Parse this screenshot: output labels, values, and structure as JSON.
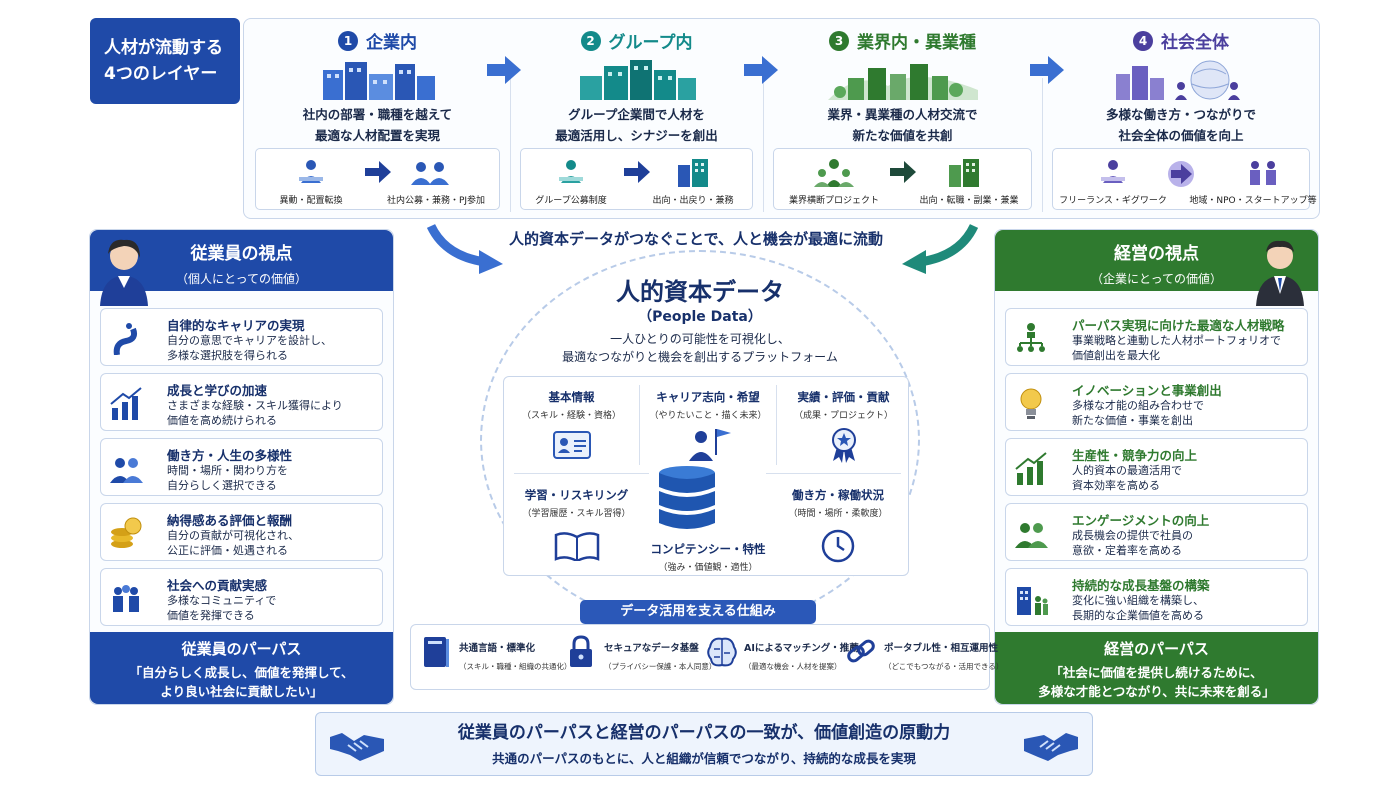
{
  "layers": {
    "title_lines": [
      "人材が流動する",
      "4つのレイヤー"
    ],
    "items": [
      {
        "num": "1",
        "name": "企業内",
        "desc": [
          "社内の部署・職種を越えて",
          "最適な人材配置を実現"
        ],
        "left_label": "異動・配置転換",
        "right_label": "社内公募・兼務・PJ参加",
        "color": "#1f4aa8"
      },
      {
        "num": "2",
        "name": "グループ内",
        "desc": [
          "グループ企業間で人材を",
          "最適活用し、シナジーを創出"
        ],
        "left_label": "グループ公募制度",
        "right_label": "出向・出戻り・兼務",
        "color": "#138a8a"
      },
      {
        "num": "3",
        "name": "業界内・異業種",
        "desc": [
          "業界・異業種の人材交流で",
          "新たな価値を共創"
        ],
        "left_label": "業界横断プロジェクト",
        "right_label": "出向・転職・副業・兼業",
        "color": "#2f7a2f"
      },
      {
        "num": "4",
        "name": "社会全体",
        "desc": [
          "多様な働き方・つながりで",
          "社会全体の価値を向上"
        ],
        "left_label": "フリーランス・ギグワーク",
        "right_label": "地域・NPO・スタートアップ等",
        "color": "#4b3f9e"
      }
    ]
  },
  "flow_text": "人的資本データがつなぐことで、人と機会が最適に流動",
  "employee": {
    "title": "従業員の視点",
    "subtitle": "（個人にとっての価値）",
    "cards": [
      {
        "title": "自律的なキャリアの実現",
        "desc": [
          "自分の意思でキャリアを設計し、",
          "多様な選択肢を得られる"
        ],
        "icon": "career-path-icon"
      },
      {
        "title": "成長と学びの加速",
        "desc": [
          "さまざまな経験・スキル獲得により",
          "価値を高め続けられる"
        ],
        "icon": "growth-chart-icon"
      },
      {
        "title": "働き方・人生の多様性",
        "desc": [
          "時間・場所・関わり方を",
          "自分らしく選択できる"
        ],
        "icon": "people-icon"
      },
      {
        "title": "納得感ある評価と報酬",
        "desc": [
          "自分の貢献が可視化され、",
          "公正に評価・処遇される"
        ],
        "icon": "coins-icon"
      },
      {
        "title": "社会への貢献実感",
        "desc": [
          "多様なコミュニティで",
          "価値を発揮できる"
        ],
        "icon": "community-icon"
      }
    ],
    "purpose_title": "従業員のパーパス",
    "purpose_desc": [
      "「自分らしく成長し、価値を発揮して、",
      "より良い社会に貢献したい」"
    ]
  },
  "management": {
    "title": "経営の視点",
    "subtitle": "（企業にとっての価値）",
    "cards": [
      {
        "title": "パーパス実現に向けた最適な人材戦略",
        "desc": [
          "事業戦略と連動した人材ポートフォリオで",
          "価値創出を最大化"
        ],
        "icon": "org-chart-icon"
      },
      {
        "title": "イノベーションと事業創出",
        "desc": [
          "多様な才能の組み合わせで",
          "新たな価値・事業を創出"
        ],
        "icon": "lightbulb-icon"
      },
      {
        "title": "生産性・競争力の向上",
        "desc": [
          "人的資本の最適活用で",
          "資本効率を高める"
        ],
        "icon": "growth-chart-icon"
      },
      {
        "title": "エンゲージメントの向上",
        "desc": [
          "成長機会の提供で社員の",
          "意欲・定着率を高める"
        ],
        "icon": "people-icon"
      },
      {
        "title": "持続的な成長基盤の構築",
        "desc": [
          "変化に強い組織を構築し、",
          "長期的な企業価値を高める"
        ],
        "icon": "building-icon"
      }
    ],
    "purpose_title": "経営のパーパス",
    "purpose_desc": [
      "「社会に価値を提供し続けるために、",
      "多様な才能とつながり、共に未来を創る」"
    ]
  },
  "data": {
    "title": "人的資本データ",
    "subtitle": "（People Data）",
    "desc": [
      "一人ひとりの可能性を可視化し、",
      "最適なつながりと機会を創出するプラットフォーム"
    ],
    "cells": [
      {
        "title": "基本情報",
        "sub": "（スキル・経験・資格）"
      },
      {
        "title": "キャリア志向・希望",
        "sub": "（やりたいこと・描く未来）"
      },
      {
        "title": "実績・評価・貢献",
        "sub": "（成果・プロジェクト）"
      },
      {
        "title": "学習・リスキリング",
        "sub": "（学習履歴・スキル習得）"
      },
      {
        "title": "コンピテンシー・特性",
        "sub": "（強み・価値観・適性）"
      },
      {
        "title": "働き方・稼働状況",
        "sub": "（時間・場所・柔軟度）"
      }
    ]
  },
  "mechanism": {
    "label": "データ活用を支える仕組み",
    "items": [
      {
        "title": "共通言語・標準化",
        "sub": "（スキル・職種・組織の共通化）"
      },
      {
        "title": "セキュアなデータ基盤",
        "sub": "（プライバシー保護・本人同意）"
      },
      {
        "title": "AIによるマッチング・推薦",
        "sub": "（最適な機会・人材を提案）"
      },
      {
        "title": "ポータブル性・相互運用性",
        "sub": "（どこでもつながる・活用できる）"
      }
    ]
  },
  "bottom": {
    "title": "従業員のパーパスと経営のパーパスの一致が、価値創造の原動力",
    "sub": "共通のパーパスのもとに、人と組織が信頼でつながり、持続的な成長を実現"
  },
  "colors": {
    "navy": "#1f4aa8",
    "green": "#2f7a2f",
    "teal": "#138a8a",
    "purple": "#4b3f9e"
  }
}
